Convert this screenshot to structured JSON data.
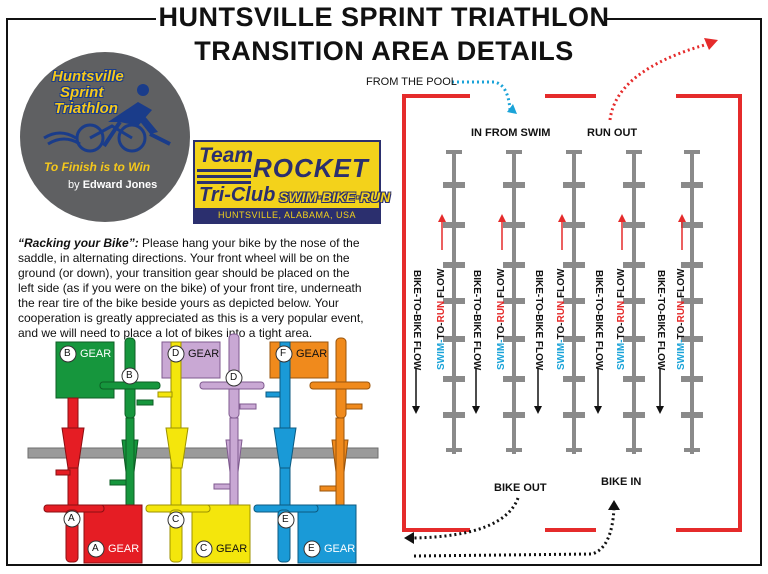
{
  "title": {
    "line1": "HUNTSVILLE SPRINT TRIATHLON",
    "line2": "TRANSITION AREA DETAILS"
  },
  "logo_circle": {
    "line1": "Huntsville",
    "line2": "Sprint",
    "line3": "Triathlon",
    "motto": "To Finish is to Win",
    "by": "by",
    "sponsor": "Edward Jones",
    "colors": {
      "background": "#5f6062",
      "text": "#f5c81b",
      "outline": "#1a3c8a"
    }
  },
  "rocket_logo": {
    "team": "Team",
    "rocket": "ROCKET",
    "tri_club": "Tri-Club",
    "tagline": "SWIM·BIKE·RUN",
    "city": "HUNTSVILLE, ALABAMA, USA",
    "colors": {
      "background": "#f3d21b",
      "ink": "#2b2f6e"
    }
  },
  "racking": {
    "heading": "“Racking your Bike”:",
    "body": " Please hang your bike by the nose of the saddle, in alternating directions.  Your front wheel will be on the ground (or down), your transition gear should be placed on the left side (as if you were on the bike) of your front tire, underneath the rear tire of the bike beside yours as depicted below. Your cooperation is greatly appreciated as this is a very popular event, and we will need to place a lot of bikes into a tight area."
  },
  "gear_boxes": [
    {
      "letter": "B",
      "label": "GEAR",
      "color": "#16963d"
    },
    {
      "letter": "D",
      "label": "GEAR",
      "color": "#c9a8d4"
    },
    {
      "letter": "F",
      "label": "GEAR",
      "color": "#f08a1c"
    },
    {
      "letter": "A",
      "label": "GEAR",
      "color": "#e51d24"
    },
    {
      "letter": "C",
      "label": "GEAR",
      "color": "#f4e60c"
    },
    {
      "letter": "E",
      "label": "GEAR",
      "color": "#1a9ad7"
    }
  ],
  "bike_markers": [
    "A",
    "B",
    "C",
    "D",
    "E"
  ],
  "map": {
    "from_pool": "FROM THE POOL",
    "in_from_swim": "IN FROM SWIM",
    "run_out": "RUN OUT",
    "bike_out": "BIKE OUT",
    "bike_in": "BIKE IN",
    "flow_down": "BIKE-TO-BIKE FLOW",
    "flow_swim": "SWIM-",
    "flow_to": "TO-",
    "flow_run": "RUN",
    "flow_run_end": " FLOW",
    "colors": {
      "fence": "#e52b2b",
      "rack": "#8a8a8a",
      "swim": "#1aa3d8",
      "run": "#e52b2b"
    }
  }
}
